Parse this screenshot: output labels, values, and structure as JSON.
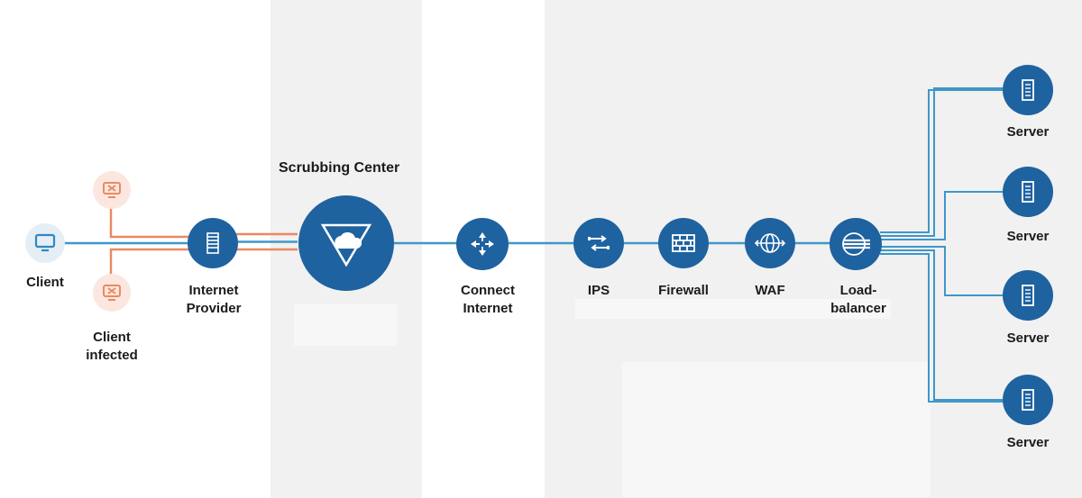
{
  "diagram": {
    "title": "Scrubbing Center",
    "labels": {
      "client": "Client",
      "client_infected": "Client\ninfected",
      "internet_provider": "Internet\nProvider",
      "connect_internet": "Connect\nInternet",
      "ips": "IPS",
      "firewall": "Firewall",
      "waf": "WAF",
      "load_balancer": "Load-\nbalancer",
      "server": "Server"
    },
    "colors": {
      "primary": "#1f62a0",
      "line": "#3e97c9",
      "infected": "#e98a62",
      "client_icon": "#2e88c2",
      "zone_gray": "#f1f1f1"
    },
    "icons": {
      "client": "monitor-icon",
      "client_infected": "infected-monitor-icon",
      "internet_provider": "server-rack-icon",
      "scrubbing_center": "cloud-filter-icon",
      "connect_internet": "router-arrows-icon",
      "ips": "ips-arrows-icon",
      "firewall": "brick-wall-icon",
      "waf": "waf-globe-icon",
      "load_balancer": "load-balancer-icon",
      "server": "server-icon"
    }
  }
}
